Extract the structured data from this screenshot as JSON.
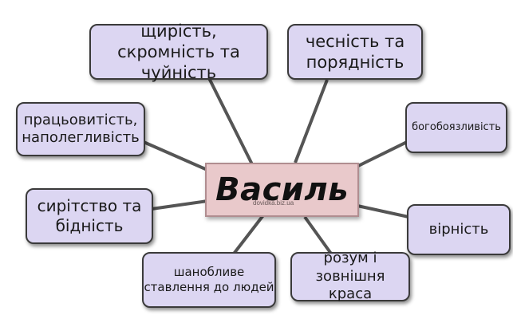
{
  "center": {
    "label": "Василь",
    "watermark": "dovidka.biz.ua"
  },
  "traits": [
    {
      "id": "shchyrist",
      "label": "щирість, скромність та чуйність"
    },
    {
      "id": "chesnist",
      "label": "чесність та порядність"
    },
    {
      "id": "pratsovytist",
      "label": "працьовитість, наполегливість"
    },
    {
      "id": "bohoboiaz",
      "label": "богобоязливість"
    },
    {
      "id": "syritstvo",
      "label": "сирітство та бідність"
    },
    {
      "id": "virnist",
      "label": "вірність"
    },
    {
      "id": "shanoblyve",
      "label": "шанобливе ставлення до людей"
    },
    {
      "id": "rozum",
      "label": "розум і зовнішня краса"
    }
  ],
  "colors": {
    "node_fill": "#dcd6f2",
    "center_fill": "#e9c9cb",
    "line": "#555555"
  }
}
